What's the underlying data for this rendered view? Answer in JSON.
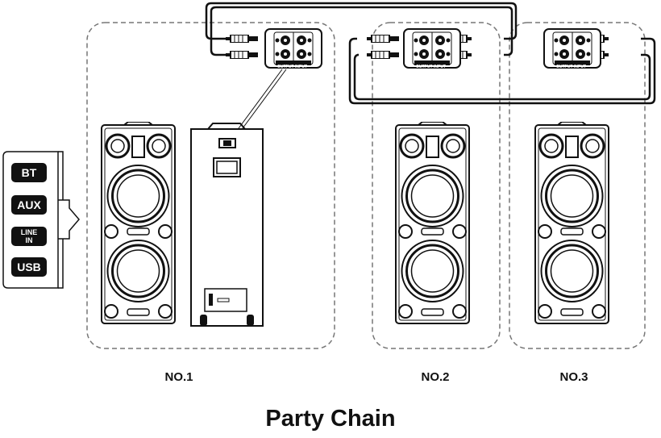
{
  "title": "Party Chain",
  "speakers": [
    {
      "label": "NO.1"
    },
    {
      "label": "NO.2"
    },
    {
      "label": "NO.3"
    }
  ],
  "sources": [
    "BT",
    "AUX",
    "LINE IN",
    "USB"
  ],
  "source_line_in": {
    "line1": "LINE",
    "line2": "IN"
  },
  "panel": {
    "output": "OUTPUT",
    "input": "INPUT",
    "left": "L",
    "right": "R"
  },
  "colors": {
    "line": "#111111",
    "dashed": "#777777",
    "background": "#ffffff"
  }
}
